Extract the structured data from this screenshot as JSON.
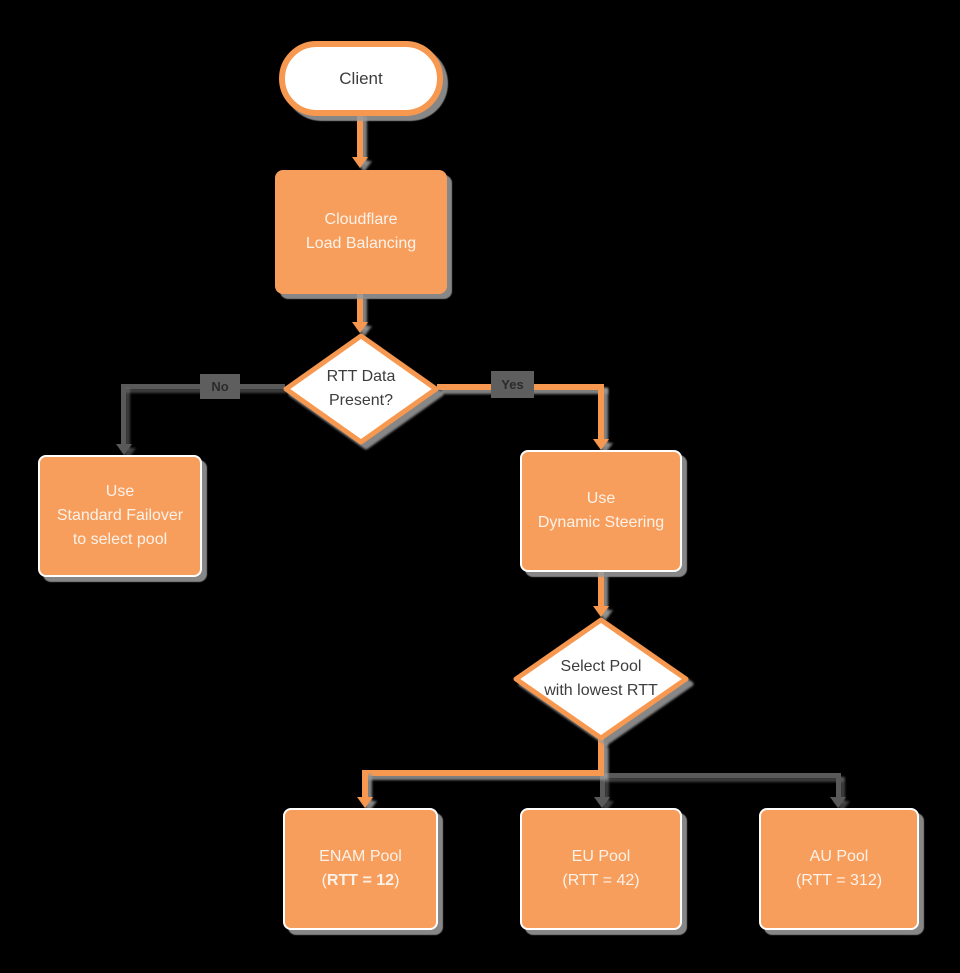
{
  "palette": {
    "background": "#000000",
    "node_fill_orange": "#F89E5C",
    "outline_orange": "#F79850",
    "node_fill_white": "#FFFFFF",
    "text_on_orange": "#FBF2E9",
    "text_dark": "#3D3D3D",
    "connector_gray": "#595959",
    "edge_label_bg": "#5E5E5E",
    "edge_label_text": "#2B2B2B"
  },
  "nodes": {
    "client": {
      "label": "Client"
    },
    "load_balancer": {
      "line1": "Cloudflare",
      "line2": "Load Balancing"
    },
    "rtt_decision": {
      "line1": "RTT Data",
      "line2": "Present?"
    },
    "standard_failover": {
      "line1": "Use",
      "line2": "Standard Failover",
      "line3": "to select pool"
    },
    "dynamic_steering": {
      "line1": "Use",
      "line2": "Dynamic Steering"
    },
    "select_pool": {
      "line1": "Select Pool",
      "line2": "with lowest RTT"
    },
    "enam_pool": {
      "line1": "ENAM Pool",
      "line2_open": "(",
      "line2_bold": "RTT = 12",
      "line2_close": ")"
    },
    "eu_pool": {
      "line1": "EU Pool",
      "line2": "(RTT = 42)"
    },
    "au_pool": {
      "line1": "AU Pool",
      "line2": "(RTT = 312)"
    }
  },
  "edge_labels": {
    "no": "No",
    "yes": "Yes"
  }
}
